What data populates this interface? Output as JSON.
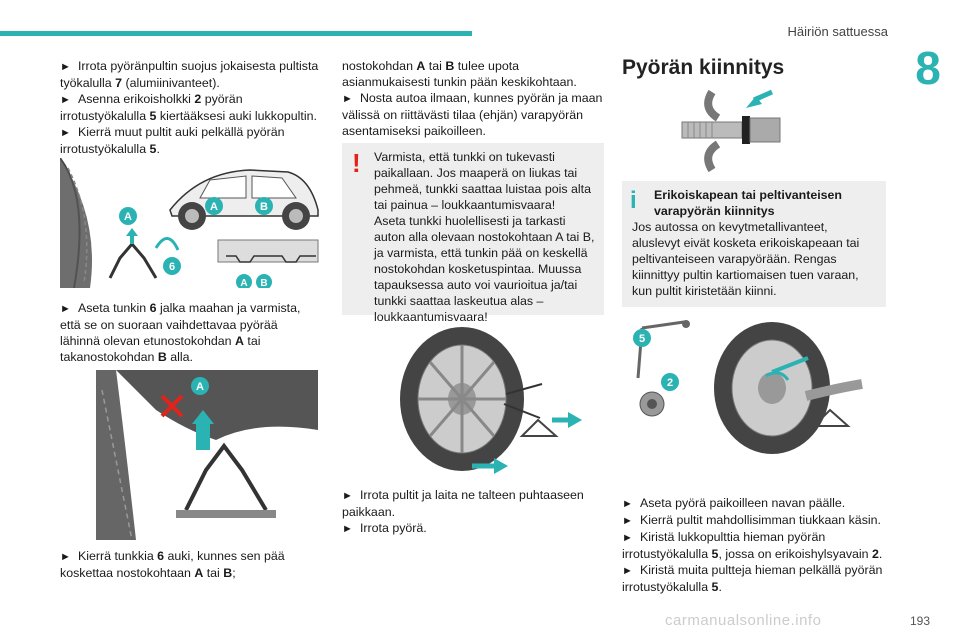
{
  "header": {
    "section": "Häiriön sattuessa",
    "chapter": "8"
  },
  "page_number": "193",
  "watermark": "carmanualsonline.info",
  "col1": {
    "p1": [
      {
        "t": "► ",
        "b": false
      },
      {
        "t": "Irrota pyöränpultin suojus jokaisesta pultista työkalulla ",
        "b": false
      },
      {
        "t": "7",
        "b": true
      },
      {
        "t": " (alumiinivanteet).",
        "b": false
      }
    ],
    "p2": [
      {
        "t": "► ",
        "b": false
      },
      {
        "t": "Asenna erikoisholkki ",
        "b": false
      },
      {
        "t": "2",
        "b": true
      },
      {
        "t": " pyörän irrotustyökalulla ",
        "b": false
      },
      {
        "t": "5",
        "b": true
      },
      {
        "t": " kiertääksesi auki lukkopultin.",
        "b": false
      }
    ],
    "p3": [
      {
        "t": "► ",
        "b": false
      },
      {
        "t": "Kierrä muut pultit auki pelkällä pyörän irrotustyökalulla ",
        "b": false
      },
      {
        "t": "5",
        "b": true
      },
      {
        "t": ".",
        "b": false
      }
    ],
    "p4": [
      {
        "t": "► ",
        "b": false
      },
      {
        "t": "Aseta tunkin ",
        "b": false
      },
      {
        "t": "6",
        "b": true
      },
      {
        "t": " jalka maahan ja varmista, että se on suoraan vaihdettavaa pyörää lähinnä olevan etunostokohdan ",
        "b": false
      },
      {
        "t": "A",
        "b": true
      },
      {
        "t": " tai takanostokohdan ",
        "b": false
      },
      {
        "t": "B",
        "b": true
      },
      {
        "t": " alla.",
        "b": false
      }
    ],
    "p5": [
      {
        "t": "► ",
        "b": false
      },
      {
        "t": "Kierrä tunkkia ",
        "b": false
      },
      {
        "t": "6",
        "b": true
      },
      {
        "t": " auki, kunnes sen pää koskettaa nostokohtaan ",
        "b": false
      },
      {
        "t": "A",
        "b": true
      },
      {
        "t": " tai ",
        "b": false
      },
      {
        "t": "B",
        "b": true
      },
      {
        "t": ";",
        "b": false
      }
    ]
  },
  "col2": {
    "p1": [
      {
        "t": "nostokohdan ",
        "b": false
      },
      {
        "t": "A",
        "b": true
      },
      {
        "t": " tai ",
        "b": false
      },
      {
        "t": "B",
        "b": true
      },
      {
        "t": " tulee upota asianmukaisesti tunkin pään keskikohtaan.",
        "b": false
      }
    ],
    "p2": [
      {
        "t": "► ",
        "b": false
      },
      {
        "t": "Nosta autoa ilmaan, kunnes pyörän ja maan välissä on riittävästi tilaa (ehjän) varapyörän asentamiseksi paikoilleen.",
        "b": false
      }
    ],
    "warning": "Varmista, että tunkki on tukevasti paikallaan. Jos maaperä on liukas tai pehmeä, tunkki saattaa luistaa pois alta tai painua – loukkaantumisvaara!\nAseta tunkki huolellisesti ja tarkasti auton alla olevaan nostokohtaan A tai B, ja varmista, että tunkin pää on keskellä nostokohdan kosketuspintaa. Muussa tapauksessa auto voi vaurioitua ja/tai tunkki saattaa laskeutua alas – loukkaantumisvaara!",
    "p3": [
      {
        "t": "► ",
        "b": false
      },
      {
        "t": "Irrota pultit ja laita ne talteen puhtaaseen paikkaan.",
        "b": false
      }
    ],
    "p4": [
      {
        "t": "► ",
        "b": false
      },
      {
        "t": "Irrota pyörä.",
        "b": false
      }
    ]
  },
  "col3": {
    "heading": "Pyörän kiinnitys",
    "info_title": "Erikoiskapean tai peltivanteisen varapyörän kiinnitys",
    "info_body": "Jos autossa on kevytmetallivanteet, aluslevyt eivät kosketa erikoiskapeaan tai peltivanteiseen varapyörään. Rengas kiinnittyy pultin kartiomaisen tuen varaan, kun pultit kiristetään kiinni.",
    "p1": [
      {
        "t": "► ",
        "b": false
      },
      {
        "t": "Aseta pyörä paikoilleen navan päälle.",
        "b": false
      }
    ],
    "p2": [
      {
        "t": "► ",
        "b": false
      },
      {
        "t": "Kierrä pultit mahdollisimman tiukkaan käsin.",
        "b": false
      }
    ],
    "p3": [
      {
        "t": "► ",
        "b": false
      },
      {
        "t": "Kiristä lukkopulttia hieman pyörän irrotustyökalulla ",
        "b": false
      },
      {
        "t": "5",
        "b": true
      },
      {
        "t": ", jossa on erikoishylsyavain ",
        "b": false
      },
      {
        "t": "2",
        "b": true
      },
      {
        "t": ".",
        "b": false
      }
    ],
    "p4": [
      {
        "t": "► ",
        "b": false
      },
      {
        "t": "Kiristä muita pultteja hieman pelkällä pyörän irrotustyökalulla ",
        "b": false
      },
      {
        "t": "5",
        "b": true
      },
      {
        "t": ".",
        "b": false
      }
    ]
  },
  "figure_labels": {
    "jack_fig": [
      "A",
      "A",
      "B",
      "6",
      "A",
      "B"
    ],
    "lift_fig": [
      "A"
    ],
    "tool_fig": [
      "5",
      "2"
    ]
  },
  "colors": {
    "accent": "#2bb3b3",
    "warning": "#e2231a",
    "callout": "#2bb3b3",
    "box_bg": "#eeeeee"
  }
}
